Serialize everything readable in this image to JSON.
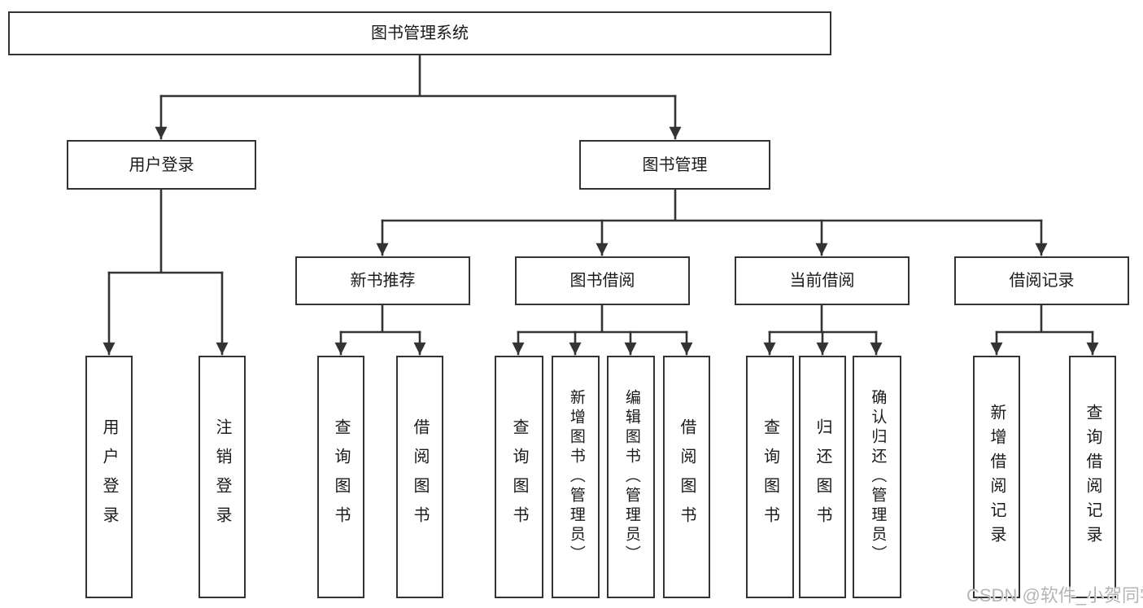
{
  "colors": {
    "line": "#333333",
    "text": "#1a1a1a",
    "watermark": "#b5b5b5",
    "background": "#ffffff"
  },
  "watermark": {
    "text": "CSDN @软件_小贺同学"
  },
  "nodes": {
    "root": {
      "label": "图书管理系统"
    },
    "user_login": {
      "label": "用户登录"
    },
    "book_mgmt": {
      "label": "图书管理"
    },
    "new_book_rec": {
      "label": "新书推荐"
    },
    "book_borrow": {
      "label": "图书借阅"
    },
    "current_borrow": {
      "label": "当前借阅"
    },
    "borrow_record": {
      "label": "借阅记录"
    },
    "leaf_user_login": {
      "label": "用户登录"
    },
    "leaf_logout": {
      "label": "注销登录"
    },
    "leaf_nb_query": {
      "label": "查询图书"
    },
    "leaf_nb_borrow": {
      "label": "借阅图书"
    },
    "leaf_bb_query": {
      "label": "查询图书"
    },
    "leaf_bb_add": {
      "label": "新增图书（管理员）"
    },
    "leaf_bb_edit": {
      "label": "编辑图书（管理员）"
    },
    "leaf_bb_borrow": {
      "label": "借阅图书"
    },
    "leaf_cb_query": {
      "label": "查询图书"
    },
    "leaf_cb_return": {
      "label": "归还图书"
    },
    "leaf_cb_confirm": {
      "label": "确认归还（管理员）"
    },
    "leaf_br_add": {
      "label": "新增借阅记录"
    },
    "leaf_br_query": {
      "label": "查询借阅记录"
    }
  }
}
